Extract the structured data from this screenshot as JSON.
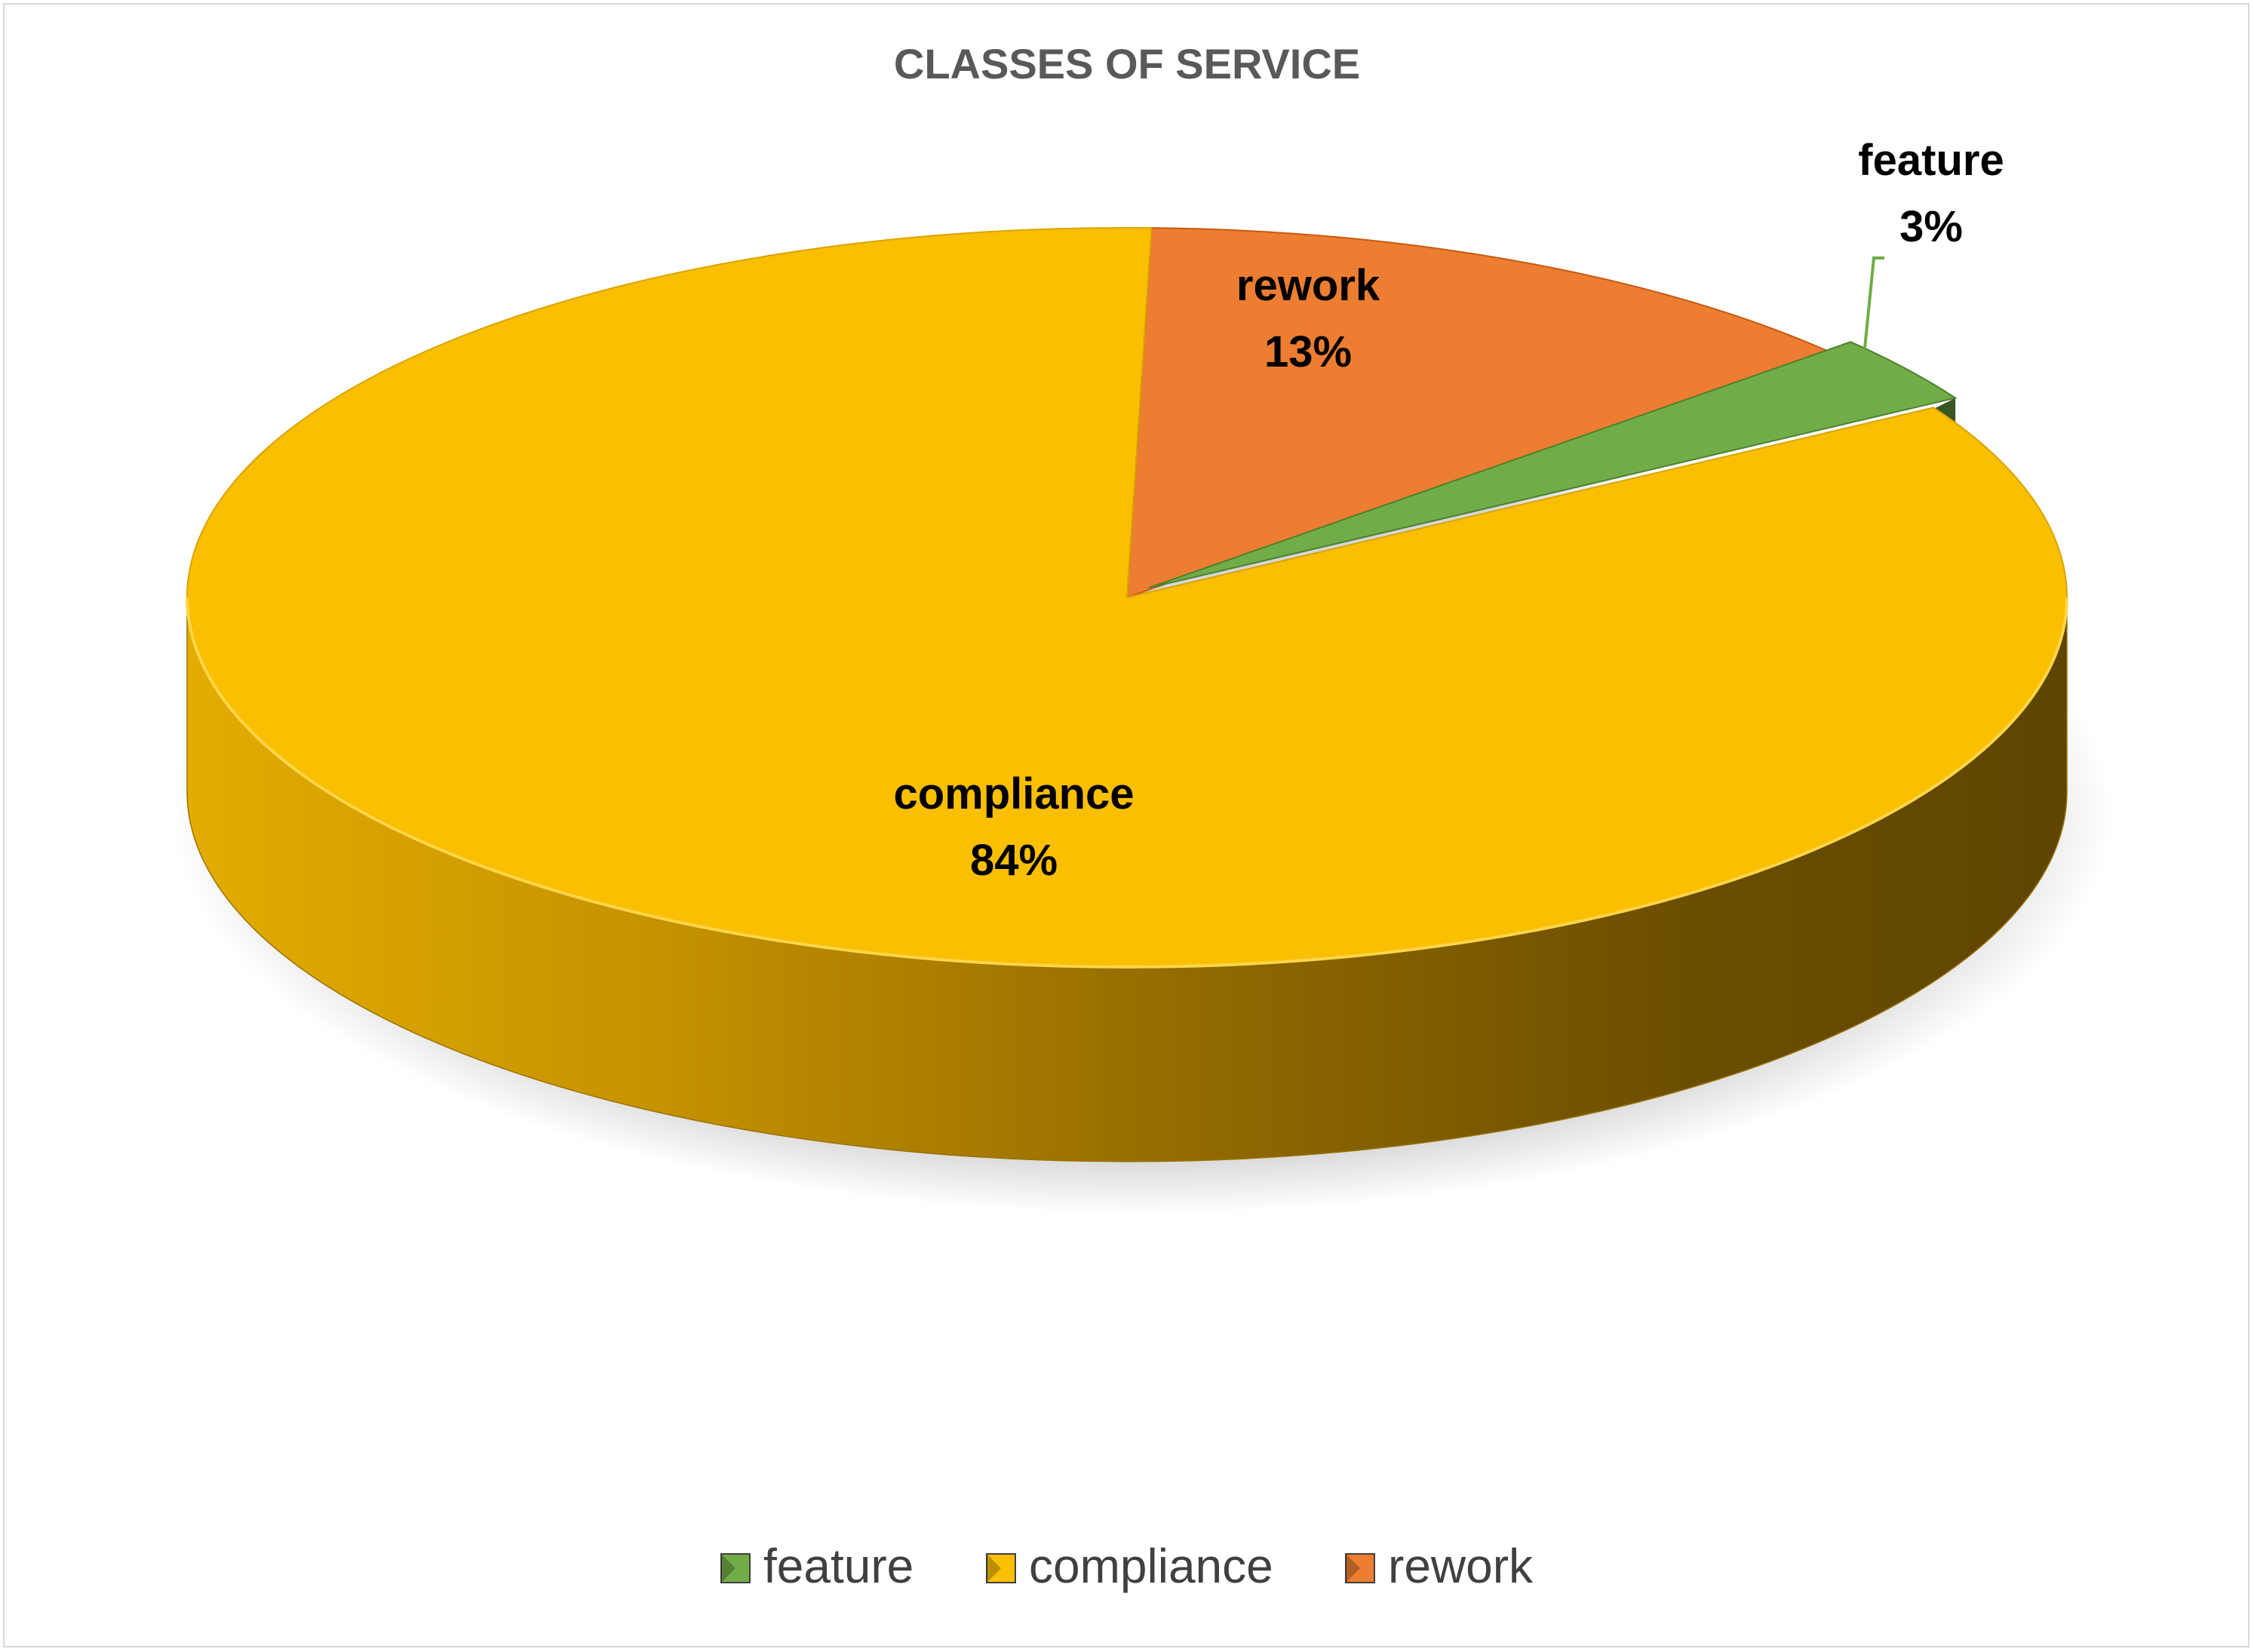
{
  "chart_data": {
    "type": "pie",
    "title": "CLASSES OF SERVICE",
    "categories": [
      "feature",
      "compliance",
      "rework"
    ],
    "values": [
      3,
      84,
      13
    ],
    "value_unit": "%",
    "colors": {
      "feature": "#70ad47",
      "compliance": "#f9bf00",
      "rework": "#ed7d31"
    },
    "data_labels": [
      {
        "category": "feature",
        "name": "feature",
        "value": "3%"
      },
      {
        "category": "compliance",
        "name": "compliance",
        "value": "84%"
      },
      {
        "category": "rework",
        "name": "rework",
        "value": "13%"
      }
    ],
    "style": "3d",
    "legend_position": "bottom",
    "legend": [
      "feature",
      "compliance",
      "rework"
    ]
  }
}
